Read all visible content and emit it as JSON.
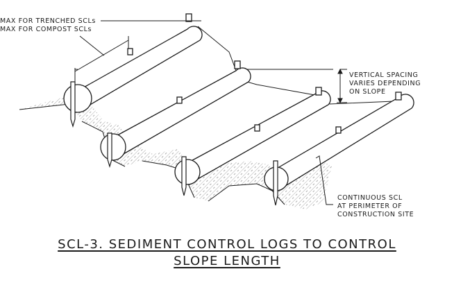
{
  "annotations": {
    "spacing_line1": "MAX FOR TRENCHED SCLs",
    "spacing_line2": "MAX FOR COMPOST SCLs",
    "vertical_line1": "VERTICAL SPACING",
    "vertical_line2": "VARIES DEPENDING",
    "vertical_line3": "ON SLOPE",
    "continuous_line1": "CONTINUOUS SCL",
    "continuous_line2": "AT PERIMETER OF",
    "continuous_line3": "CONSTRUCTION SITE"
  },
  "caption": {
    "line1": "SCL-3. SEDIMENT CONTROL LOGS TO CONTROL",
    "line2": "SLOPE LENGTH"
  },
  "colors": {
    "ink": "#1a1a1a",
    "hatch": "#777777",
    "background": "#ffffff"
  }
}
